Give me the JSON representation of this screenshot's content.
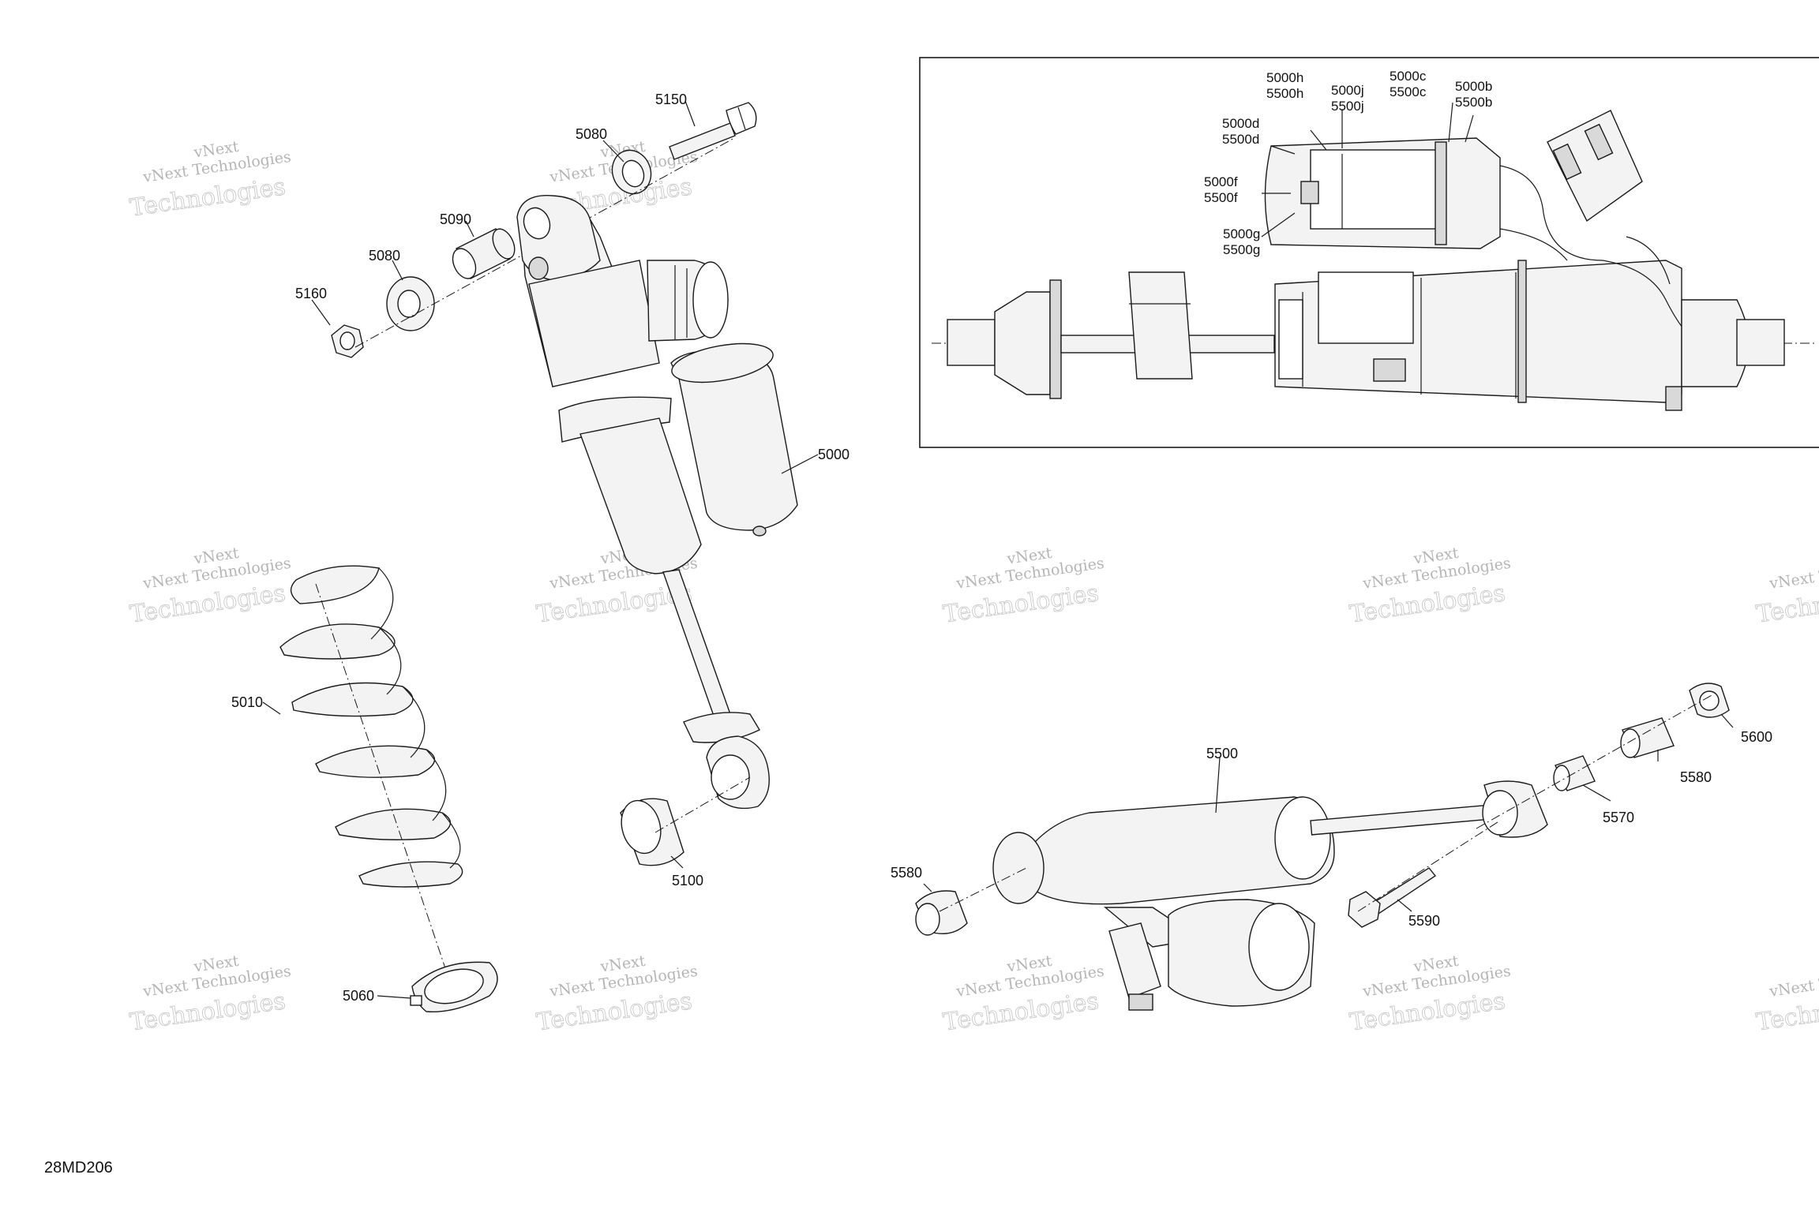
{
  "diagram": {
    "code": "28MD206",
    "watermark": {
      "line1": "vNext Technologies",
      "line2": "Technologies",
      "overlay": "vNext"
    },
    "labels": {
      "p5150": "5150",
      "p5080a": "5080",
      "p5090": "5090",
      "p5080b": "5080",
      "p5160": "5160",
      "p5000": "5000",
      "p5010": "5010",
      "p5100": "5100",
      "p5060": "5060",
      "p5000h": "5000h",
      "p5500h": "5500h",
      "p5000j": "5000j",
      "p5500j": "5500j",
      "p5000c": "5000c",
      "p5500c": "5500c",
      "p5000b": "5000b",
      "p5500b": "5500b",
      "p5000d": "5000d",
      "p5500d": "5500d",
      "p5000f": "5000f",
      "p5500f": "5500f",
      "p5000g": "5000g",
      "p5500g": "5500g",
      "p5500": "5500",
      "p5600": "5600",
      "p5580a": "5580",
      "p5570": "5570",
      "p5580b": "5580",
      "p5590": "5590"
    }
  }
}
